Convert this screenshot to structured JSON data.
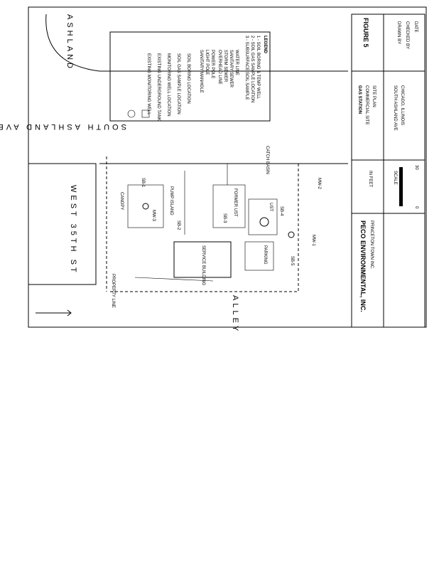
{
  "title_block": {
    "figure": "FIGURE 5",
    "company": "PECO ENVIRONMENTAL, INC.",
    "company_sub": "PRINCETON TOWN INC.",
    "project": "GAS STATION",
    "project_lines": [
      "COMMERCIAL SITE",
      "SITE PLAN",
      "SOUTH ASHLAND AVE",
      "CHICAGO, ILLINOIS"
    ],
    "scale_label": "SCALE",
    "scale_start": "0",
    "scale_end": "30",
    "scale_feet": "IN FEET",
    "drawn": "DRAWN BY",
    "checked": "CHECKED BY",
    "date": "DATE"
  },
  "legend": {
    "heading": "LEGEND",
    "notes": [
      "1 - SOIL BORING & TEMP WELL",
      "2 - SOIL GAS SAMPLE LOCATION",
      "3 - SUBSURFACE SOIL SAMPLE"
    ],
    "lines": [
      "WATER LINE",
      "SANITARY SEWER",
      "STORM SEWER",
      "OVERHEAD LINE",
      "POWER POLE",
      "LIGHT POLE",
      "SANITARY MANHOLE"
    ],
    "symbols": [
      "SOIL BORING LOCATION",
      "SOIL GAS SAMPLE LOCATION",
      "MONITORING WELL LOCATION",
      "EXISTING UNDERGROUND TANK",
      "EXISTING MONITORING WELL"
    ]
  },
  "map": {
    "avenue": "SOUTH ASHLAND AVENUE",
    "street": "WEST 35TH ST",
    "alley": "ALLEY",
    "north_street": "ASHLAND",
    "labels": [
      "CANOPY",
      "PUMP ISLAND",
      "SERVICE BUILDING",
      "UST",
      "CATCH BASIN",
      "FORMER UST",
      "PARKING",
      "PROPERTY LINE",
      "MW-1",
      "MW-2",
      "MW-3",
      "SB-1",
      "SB-2",
      "SB-3",
      "SB-4",
      "SB-5"
    ]
  }
}
